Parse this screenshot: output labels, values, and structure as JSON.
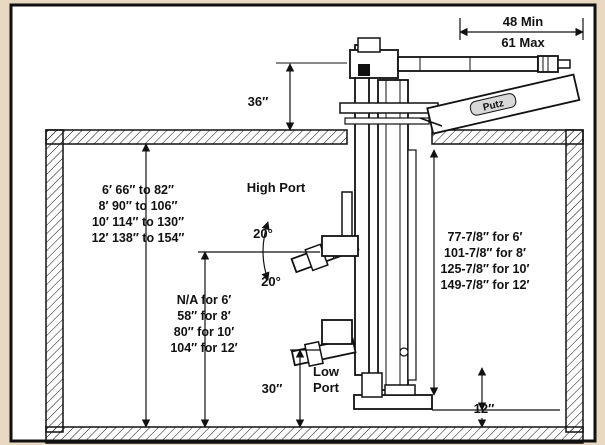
{
  "colors": {
    "page_background": "#ead9c2",
    "panel_background": "#ffffff",
    "line": "#111111",
    "nameplate": "#d8d8d8"
  },
  "drawing": {
    "arm_length": [
      "48 Min",
      "61 Max"
    ],
    "above_grade_height": "36″",
    "chamber_depths": [
      "6′ 66″ to 82″",
      "8′ 90″ to 106″",
      "10′ 114″ to 130″",
      "12′ 138″ to 154″"
    ],
    "high_port_label": "High Port",
    "angle_up": "20°",
    "angle_down": "20°",
    "mast_lengths": [
      "77-7/8″ for 6′",
      "101-7/8″ for 8′",
      "125-7/8″ for 10′",
      "149-7/8″ for 12′"
    ],
    "port_heights": [
      "N/A for 6′",
      "58″ for 8′",
      "80″ for 10′",
      "104″ for 12′"
    ],
    "low_port_label": [
      "Low",
      "Port"
    ],
    "low_port_height": "30″",
    "floor_gap": "12″",
    "nameplate_text": "Putz"
  }
}
